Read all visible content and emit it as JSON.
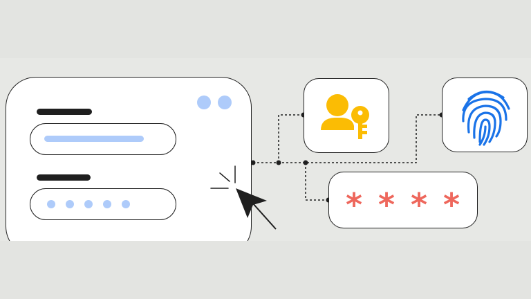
{
  "colors": {
    "background_light": "#e3e4e1",
    "background_band": "#e7e8e5",
    "card": "#ffffff",
    "outline": "#1f1f1f",
    "accent_blue": "#aecbfa",
    "fingerprint_blue": "#1a73e8",
    "key_yellow": "#fbbc04",
    "asterisk_red": "#ee675c"
  },
  "login_form": {
    "window_dots": 2,
    "username_field": {
      "value_style": "blue-line"
    },
    "password_field": {
      "masked_dots": 5
    }
  },
  "auth_options": [
    {
      "icon": "user-key-icon"
    },
    {
      "icon": "fingerprint-icon"
    },
    {
      "icon": "password-asterisks-icon",
      "glyphs": [
        "*",
        "*",
        "*",
        "*"
      ]
    }
  ],
  "cursor": {
    "icon": "cursor-arrow-icon",
    "state": "click"
  }
}
